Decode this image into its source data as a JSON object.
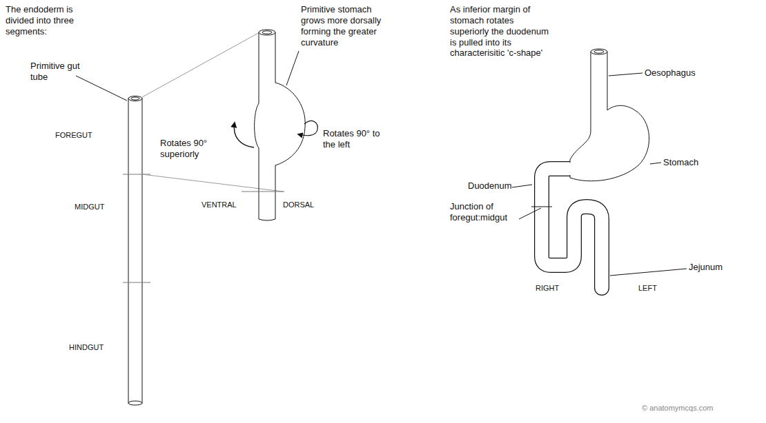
{
  "diagram": {
    "labels": [
      "The endoderm is divided into three segments:",
      "Primitive gut tube",
      "FOREGUT",
      "MIDGUT",
      "HINDGUT",
      "Primitive stomach grows more dorsally forming the greater curvature",
      "Rotates 90° superiorly",
      "Rotates 90° to the left",
      "VENTRAL",
      "DORSAL",
      "As inferior margin of stomach rotates superiorly the duodenum is pulled into its characterisitic 'c-shape'",
      "Oesophagus",
      "Stomach",
      "Duodenum",
      "Junction of foregut:midgut",
      "Jejunum",
      "RIGHT",
      "LEFT",
      "© anatomymcqs.com"
    ]
  }
}
